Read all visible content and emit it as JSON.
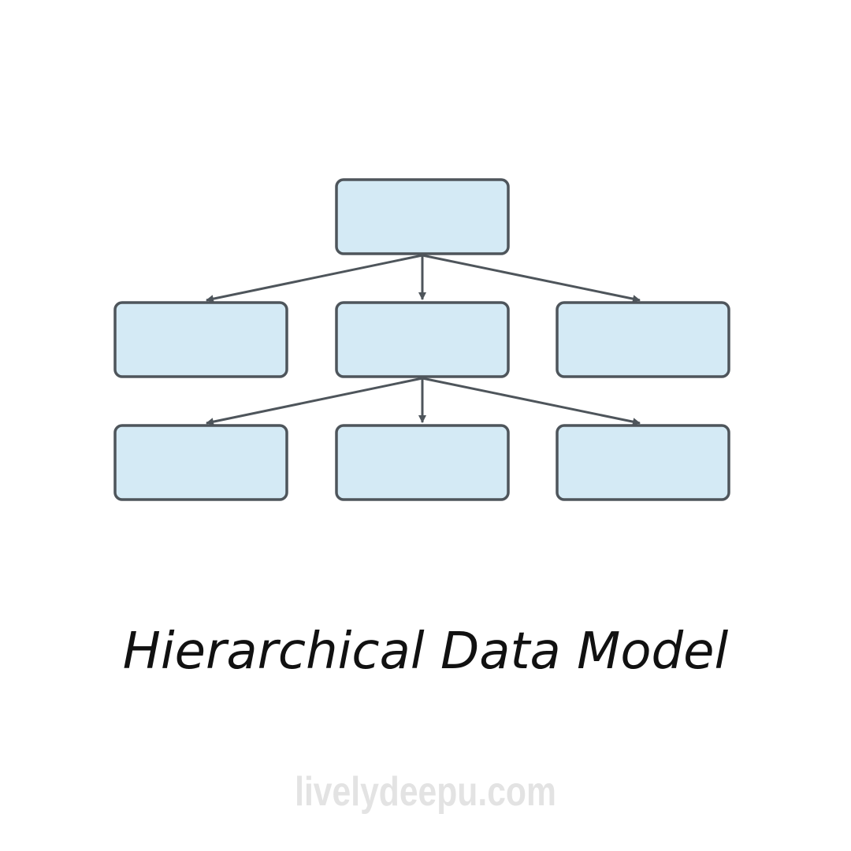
{
  "title": "Hierarchical Data Model",
  "watermark": "livelydeepu.com",
  "colors": {
    "node_fill": "#d4eaf5",
    "node_stroke": "#4e555b",
    "edge": "#4e555b"
  },
  "diagram": {
    "nodes": [
      {
        "id": "root",
        "level": 0,
        "label": ""
      },
      {
        "id": "l1-left",
        "level": 1,
        "label": ""
      },
      {
        "id": "l1-mid",
        "level": 1,
        "label": ""
      },
      {
        "id": "l1-right",
        "level": 1,
        "label": ""
      },
      {
        "id": "l2-left",
        "level": 2,
        "label": ""
      },
      {
        "id": "l2-mid",
        "level": 2,
        "label": ""
      },
      {
        "id": "l2-right",
        "level": 2,
        "label": ""
      }
    ],
    "edges": [
      [
        "root",
        "l1-left"
      ],
      [
        "root",
        "l1-mid"
      ],
      [
        "root",
        "l1-right"
      ],
      [
        "l1-mid",
        "l2-left"
      ],
      [
        "l1-mid",
        "l2-mid"
      ],
      [
        "l1-mid",
        "l2-right"
      ]
    ]
  }
}
